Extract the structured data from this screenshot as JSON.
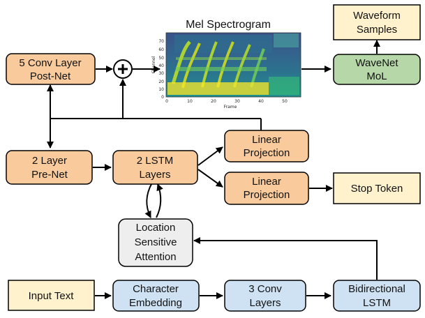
{
  "boxes": {
    "postnet": [
      "5 Conv Layer",
      "Post-Net"
    ],
    "waveform": [
      "Waveform",
      "Samples"
    ],
    "wavenet": [
      "WaveNet",
      "MoL"
    ],
    "prenet": [
      "2 Layer",
      "Pre-Net"
    ],
    "lstm": [
      "2 LSTM",
      "Layers"
    ],
    "linear_top": [
      "Linear",
      "Projection"
    ],
    "linear_bottom": [
      "Linear",
      "Projection"
    ],
    "stop_token": [
      "Stop Token"
    ],
    "attention": [
      "Location",
      "Sensitive",
      "Attention"
    ],
    "input_text": [
      "Input Text"
    ],
    "char_embed": [
      "Character",
      "Embedding"
    ],
    "conv3": [
      "3 Conv",
      "Layers"
    ],
    "bilstm": [
      "Bidirectional",
      "LSTM"
    ]
  },
  "spectrogram": {
    "title": "Mel Spectrogram",
    "xlabel": "Frame",
    "ylabel": "Channel",
    "xticks": [
      "0",
      "10",
      "20",
      "30",
      "40",
      "50"
    ],
    "yticks": [
      "0",
      "10",
      "20",
      "30",
      "40",
      "50",
      "60",
      "70"
    ]
  },
  "colors": {
    "orange": "#f9cb9c",
    "yellow": "#fff2cc",
    "green": "#b6d7a8",
    "blue": "#cfe2f3",
    "gray": "#eeeeee"
  }
}
